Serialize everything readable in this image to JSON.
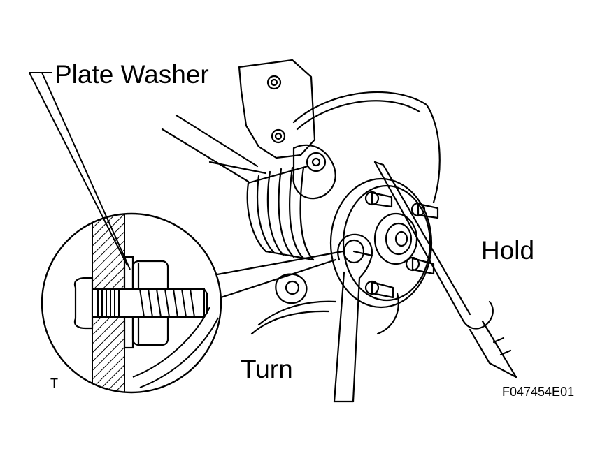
{
  "labels": {
    "plate_washer": "Plate Washer",
    "hold": "Hold",
    "turn": "Turn",
    "view_marker": "T",
    "figure_id": "F047454E01"
  },
  "colors": {
    "ink": "#000000",
    "paper": "#ffffff"
  }
}
